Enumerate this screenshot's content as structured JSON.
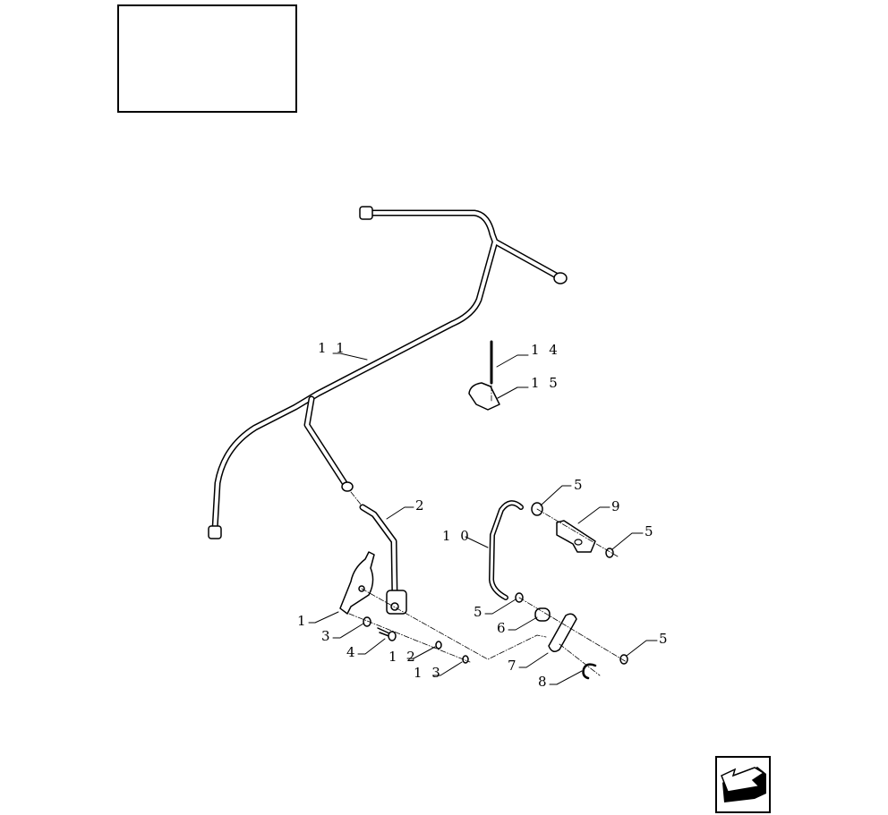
{
  "diagram": {
    "callouts": [
      {
        "id": "c11",
        "label": "1 1"
      },
      {
        "id": "c14",
        "label": "1 4"
      },
      {
        "id": "c15",
        "label": "1 5"
      },
      {
        "id": "c2",
        "label": "2"
      },
      {
        "id": "c10",
        "label": "1 0"
      },
      {
        "id": "c5a",
        "label": "5"
      },
      {
        "id": "c9",
        "label": "9"
      },
      {
        "id": "c5b",
        "label": "5"
      },
      {
        "id": "c1",
        "label": "1"
      },
      {
        "id": "c3",
        "label": "3"
      },
      {
        "id": "c4",
        "label": "4"
      },
      {
        "id": "c12",
        "label": "1 2"
      },
      {
        "id": "c13",
        "label": "1 3"
      },
      {
        "id": "c5c",
        "label": "5"
      },
      {
        "id": "c6",
        "label": "6"
      },
      {
        "id": "c7",
        "label": "7"
      },
      {
        "id": "c8",
        "label": "8"
      },
      {
        "id": "c5d",
        "label": "5"
      }
    ]
  },
  "nav": {
    "icon": "previous-page-arrow-icon"
  }
}
